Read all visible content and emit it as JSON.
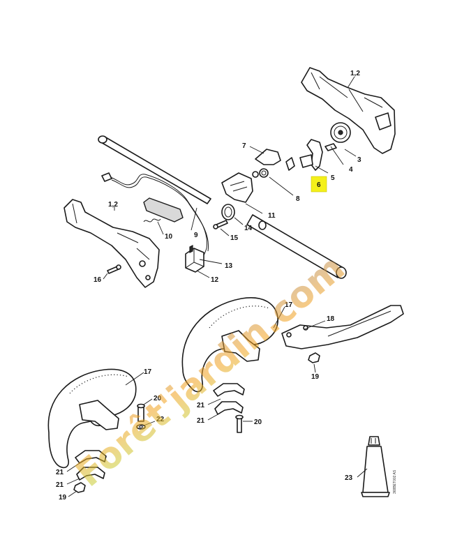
{
  "diagram": {
    "drawing_code": "368BET002 AS",
    "highlight_color": "#f4f01a",
    "watermark_brand": "Forêt'jardin.com",
    "watermark_colors": {
      "start": "#b9dc3a",
      "mid": "#f4a21e",
      "end": "#b08a64"
    },
    "callouts": {
      "c12a": "1,2",
      "c12b": "1,2",
      "c3": "3",
      "c4": "4",
      "c5": "5",
      "c6": "6",
      "c7": "7",
      "c8": "8",
      "c9": "9",
      "c10": "10",
      "c11": "11",
      "c12": "12",
      "c13": "13",
      "c14": "14",
      "c15": "15",
      "c16": "16",
      "c17a": "17",
      "c17b": "17",
      "c18": "18",
      "c19a": "19",
      "c19b": "19",
      "c20a": "20",
      "c20b": "20",
      "c21a": "21",
      "c21b": "21",
      "c21c": "21",
      "c21d": "21",
      "c22": "22",
      "c23": "23"
    }
  }
}
